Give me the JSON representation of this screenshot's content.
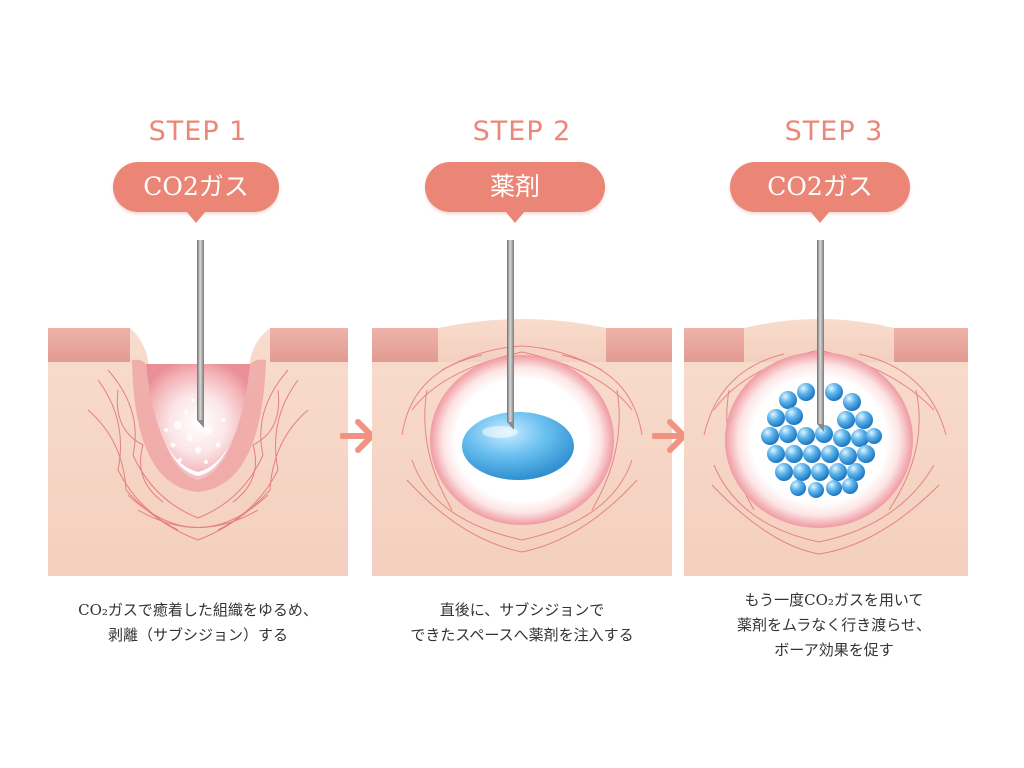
{
  "steps": [
    {
      "heading": "STEP 1",
      "badge": "CO2ガス",
      "caption_lines": [
        "CO₂ガスで癒着した組織をゆるめ、",
        "剥離（サブシジョン）する"
      ]
    },
    {
      "heading": "STEP 2",
      "badge": "薬剤",
      "caption_lines": [
        "直後に、サブシジョンで",
        "できたスペースへ薬剤を注入する"
      ]
    },
    {
      "heading": "STEP 3",
      "badge": "CO2ガス",
      "caption_lines": [
        "もう一度CO₂ガスを用いて",
        "薬剤をムラなく行き渡らせ、",
        "ボーア効果を促す"
      ]
    }
  ],
  "colors": {
    "accent": "#eb8576",
    "skin_top": "#e7a09a",
    "skin_body": "#f6d6c6",
    "vessel": "#e0626c",
    "medicine": "#5ab4e8"
  }
}
